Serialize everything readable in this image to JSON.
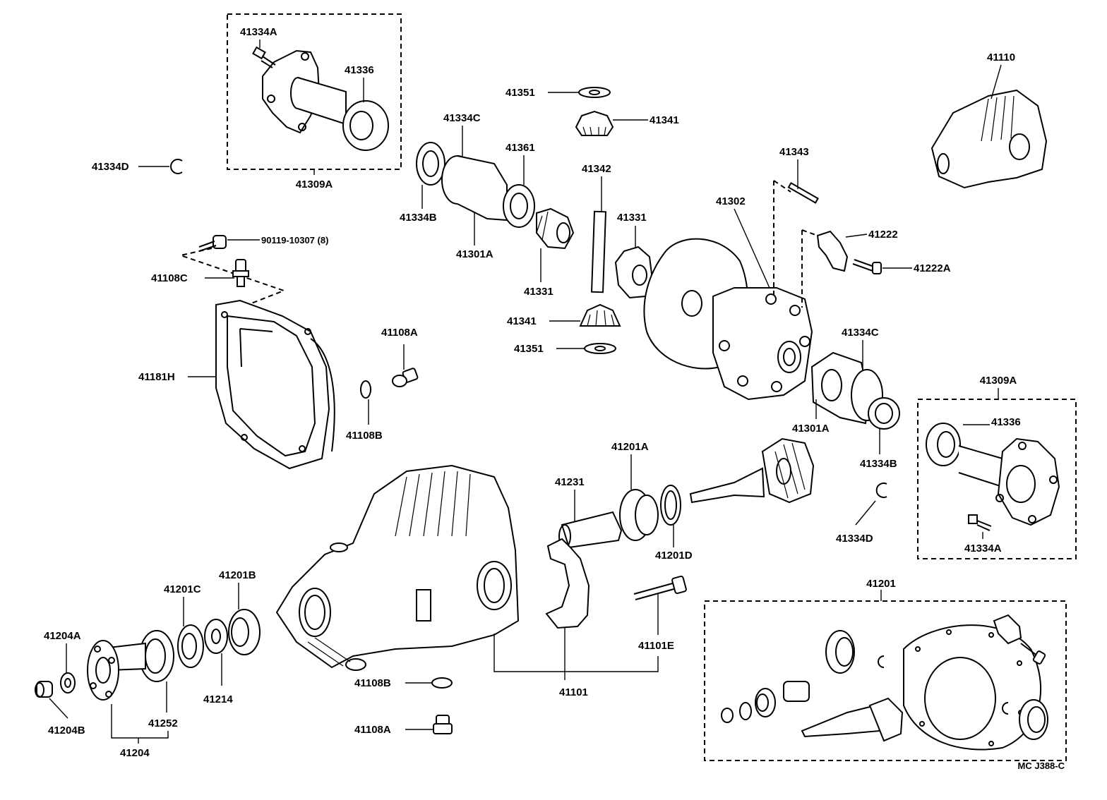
{
  "diagram": {
    "code": "MC  J388-C",
    "labels": {
      "l_41334A_top": "41334A",
      "l_41336_top": "41336",
      "l_41309A_top": "41309A",
      "l_41334D_left": "41334D",
      "l_41334C_top": "41334C",
      "l_41361": "41361",
      "l_41334B_top": "41334B",
      "l_41301A_top": "41301A",
      "l_41331_upper": "41331",
      "l_41331_lower": "41331",
      "l_41351_top": "41351",
      "l_41341_top": "41341",
      "l_41342": "41342",
      "l_41341_bottom": "41341",
      "l_41351_bottom": "41351",
      "l_41343": "41343",
      "l_41302": "41302",
      "l_41222": "41222",
      "l_41222A": "41222A",
      "l_41110": "41110",
      "l_90119": "90119-10307 (8)",
      "l_41108C": "41108C",
      "l_41181H": "41181H",
      "l_41108A_mid": "41108A",
      "l_41108B_mid": "41108B",
      "l_41334C_right": "41334C",
      "l_41301A_right": "41301A",
      "l_41334B_right": "41334B",
      "l_41309A_right": "41309A",
      "l_41336_right": "41336",
      "l_41334A_right": "41334A",
      "l_41334D_right": "41334D",
      "l_41201A": "41201A",
      "l_41231": "41231",
      "l_41201D": "41201D",
      "l_41101E": "41101E",
      "l_41101": "41101",
      "l_41108B_bottom": "41108B",
      "l_41108A_bottom": "41108A",
      "l_41201B": "41201B",
      "l_41201C": "41201C",
      "l_41204A": "41204A",
      "l_41204B": "41204B",
      "l_41252": "41252",
      "l_41214": "41214",
      "l_41204": "41204",
      "l_41201": "41201"
    }
  }
}
